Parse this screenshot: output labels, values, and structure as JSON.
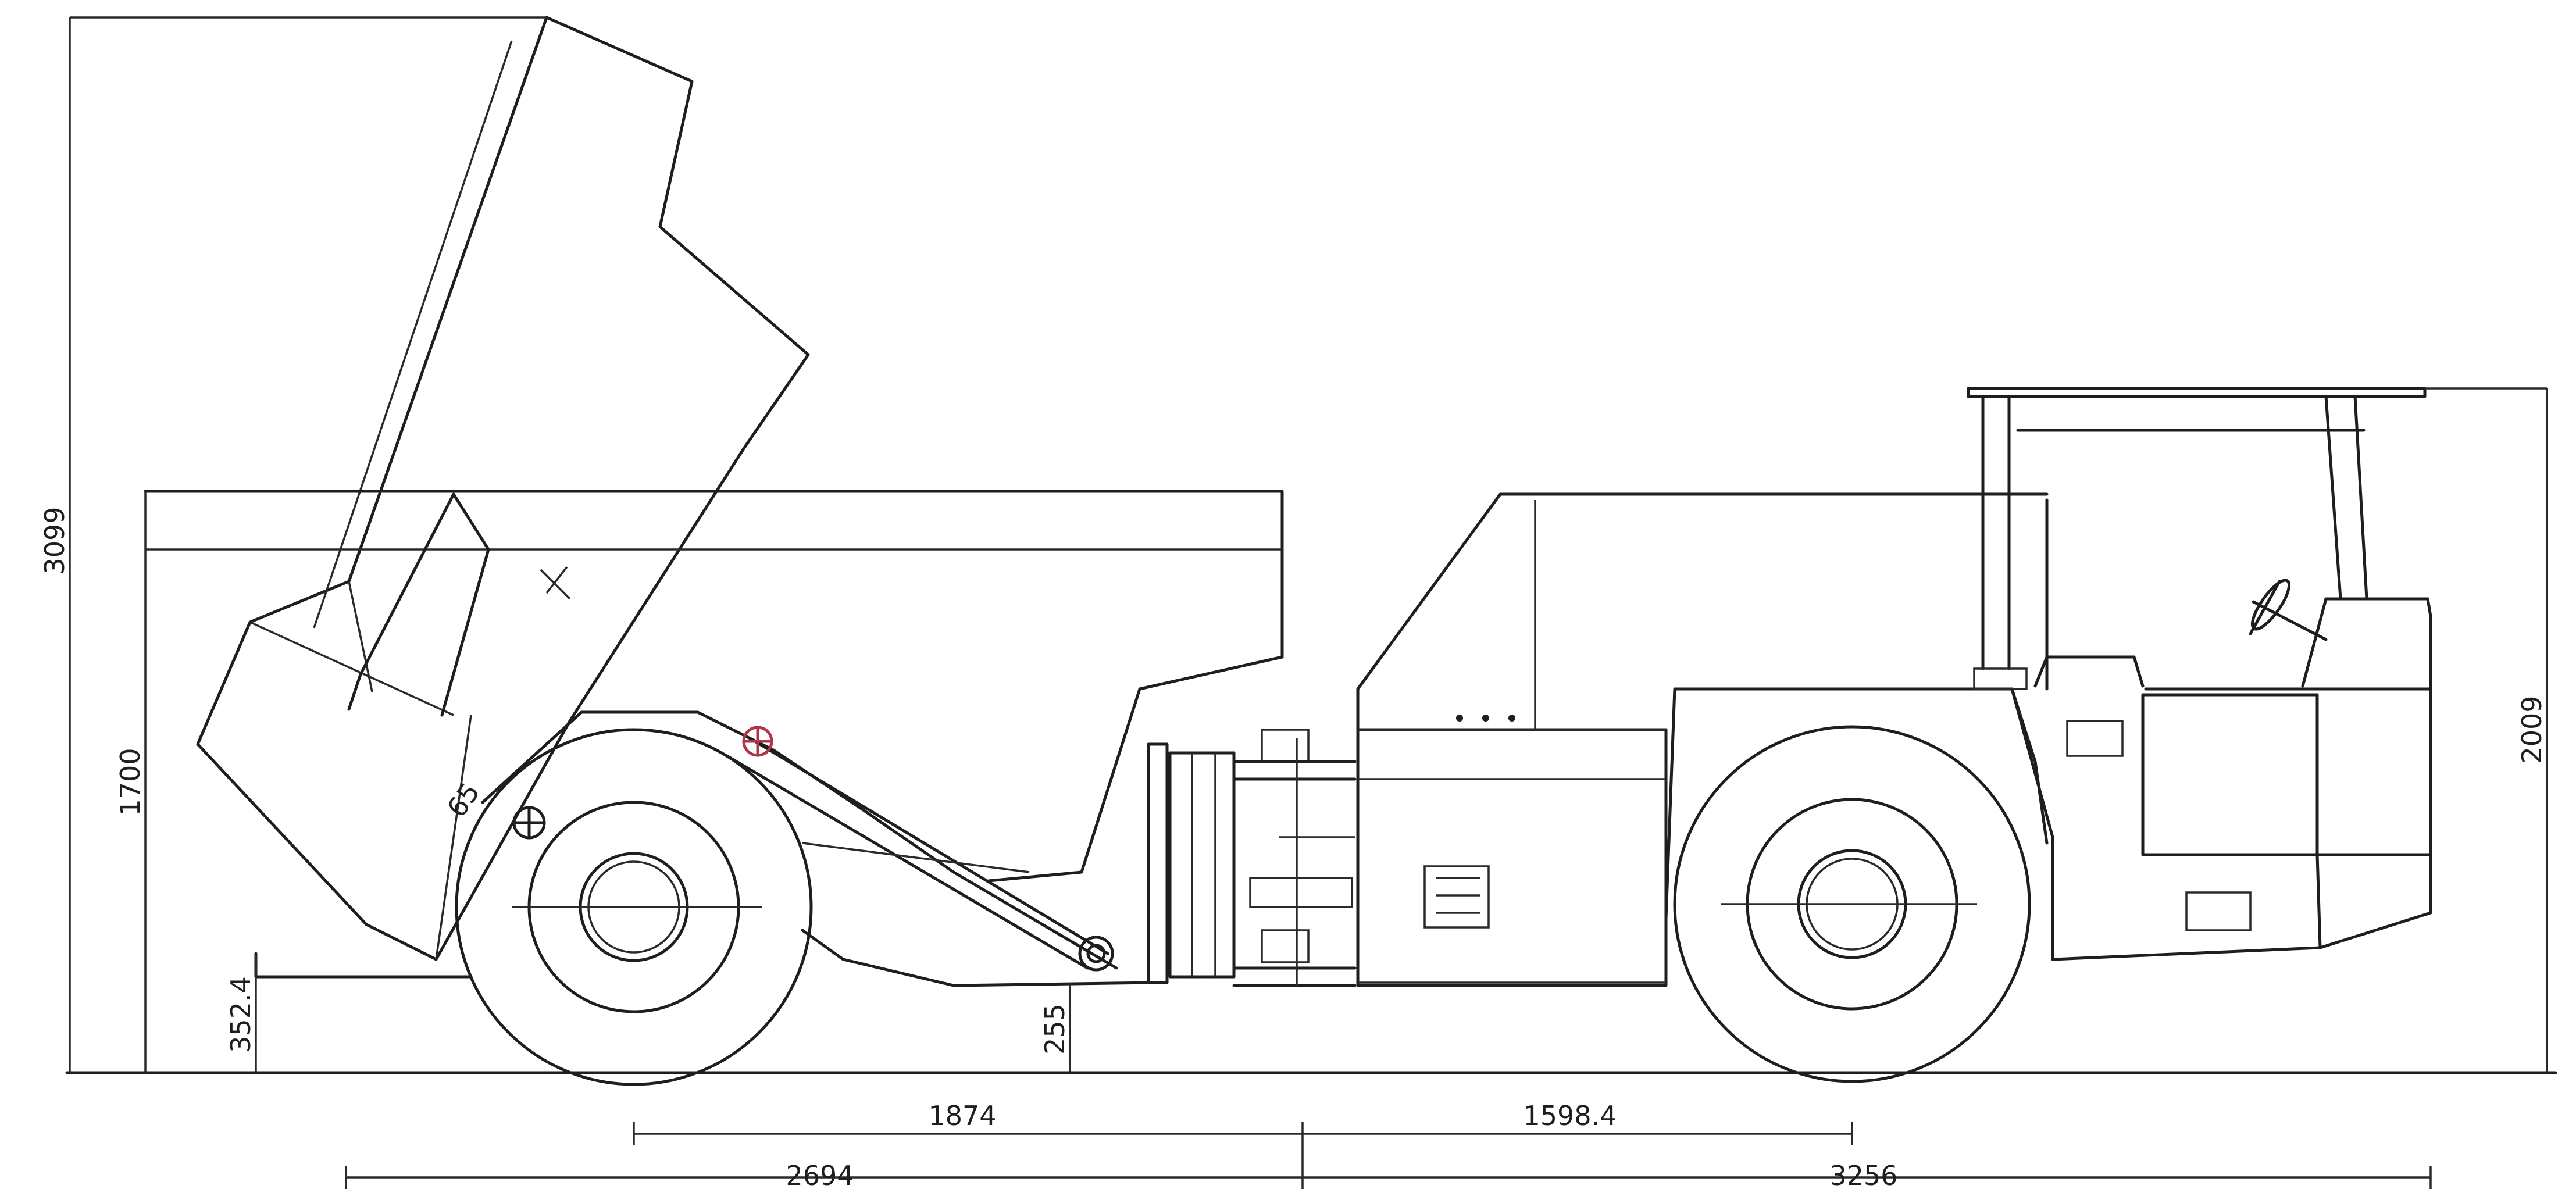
{
  "dimensions": {
    "tipped_height": "3099",
    "body_height": "1700",
    "rear_clearance": "352.4",
    "ground_clearance": "255",
    "canopy_height": "2009",
    "rear_axle_to_hinge": "1874",
    "hinge_to_front_axle": "1598.4",
    "rear_overall_to_hinge": "2694",
    "hinge_to_front_overall": "3256",
    "tip_angle": "65"
  },
  "colors": {
    "line": "#1e1e1e",
    "pivot_mark": "#b0364a"
  }
}
